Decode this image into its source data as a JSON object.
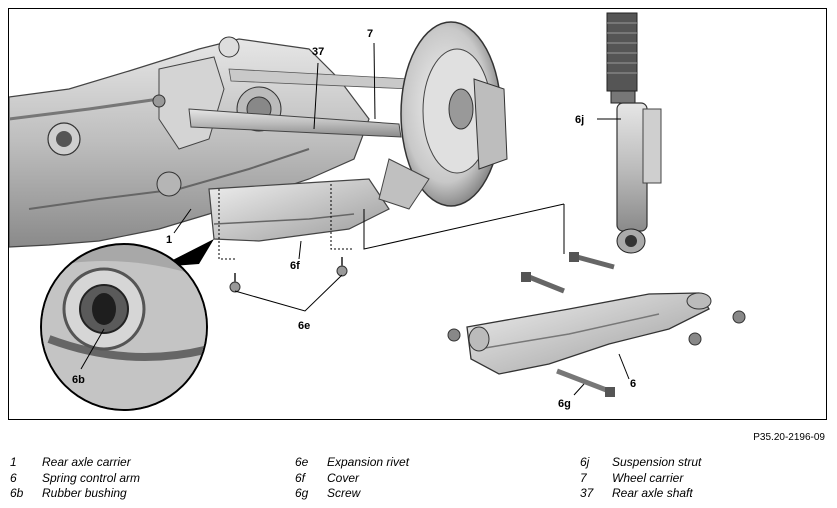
{
  "figure_id": "P35.20-2196-09",
  "callouts": {
    "c1": "1",
    "c37": "37",
    "c7": "7",
    "c6j": "6j",
    "c6f": "6f",
    "c6e": "6e",
    "c6b": "6b",
    "c6": "6",
    "c6g": "6g"
  },
  "legend": [
    {
      "num": "1",
      "label": "Rear axle carrier"
    },
    {
      "num": "6",
      "label": "Spring control arm"
    },
    {
      "num": "6b",
      "label": "Rubber bushing"
    },
    {
      "num": "6e",
      "label": "Expansion rivet"
    },
    {
      "num": "6f",
      "label": "Cover"
    },
    {
      "num": "6g",
      "label": "Screw"
    },
    {
      "num": "6j",
      "label": "Suspension strut"
    },
    {
      "num": "7",
      "label": "Wheel carrier"
    },
    {
      "num": "37",
      "label": "Rear axle shaft"
    }
  ]
}
